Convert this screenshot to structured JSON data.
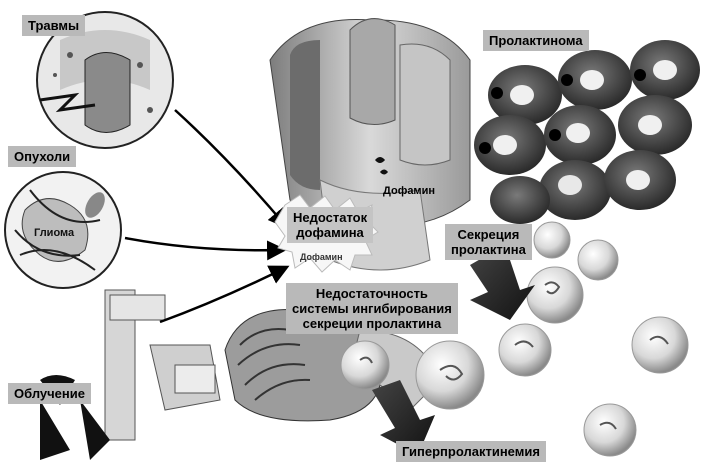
{
  "labels": {
    "trauma": "Травмы",
    "tumors": "Опухоли",
    "glioma": "Глиома",
    "radiation": "Облучение",
    "prolactinoma": "Пролактинома",
    "dopamine": "Дофамин",
    "dopamine_deficit_line1": "Недостаток",
    "dopamine_deficit_line2": "дофамина",
    "dopamine_small": "Дофамин",
    "secretion_line1": "Секреция",
    "secretion_line2": "пролактина",
    "inhibition_line1": "Недостаточность",
    "inhibition_line2": "системы ингибирования",
    "inhibition_line3": "секреции пролактина",
    "hyperprolactinemia": "Гиперпролактинемия"
  }
}
